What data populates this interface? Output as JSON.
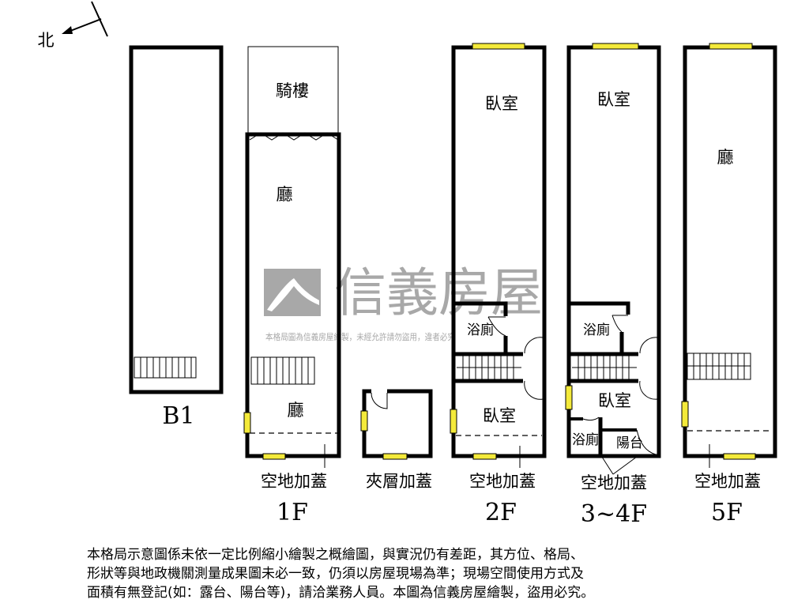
{
  "compass": {
    "label": "北",
    "icon": "north-arrow-icon"
  },
  "watermark": {
    "brand": "信義房屋",
    "notice": "本格局圖為信義房屋繪製，未經允許請勿盜用，違者必究",
    "logo": "sinyi-logo-icon"
  },
  "floors": {
    "b1": {
      "name": "B1"
    },
    "f1": {
      "name": "1F",
      "rooms": [
        "騎樓",
        "廳",
        "廳"
      ],
      "extension": "空地加蓋"
    },
    "mezz": {
      "extension": "夾層加蓋"
    },
    "f2": {
      "name": "2F",
      "rooms": [
        "臥室",
        "浴廁",
        "臥室"
      ],
      "extension": "空地加蓋"
    },
    "f34": {
      "name": "3~4F",
      "rooms": [
        "臥室",
        "浴廁",
        "臥室",
        "浴廁",
        "陽台"
      ],
      "extension": "空地加蓋"
    },
    "f5": {
      "name": "5F",
      "rooms": [
        "廳"
      ],
      "extension": "空地加蓋"
    }
  },
  "colors": {
    "window": "#f4ea3a",
    "wall": "#000000",
    "watermark": "#a8a8a8"
  },
  "disclaimer": [
    "本格局示意圖係未依一定比例縮小繪製之概繪圖，與實況仍有差距，其方位、格局、",
    "形狀等與地政機關測量成果圖未必一致，仍須以房屋現場為準；現場空間使用方式及",
    "面積有無登記(如：露台、陽台等)，請洽業務人員。本圖為信義房屋繪製，盜用必究。"
  ]
}
